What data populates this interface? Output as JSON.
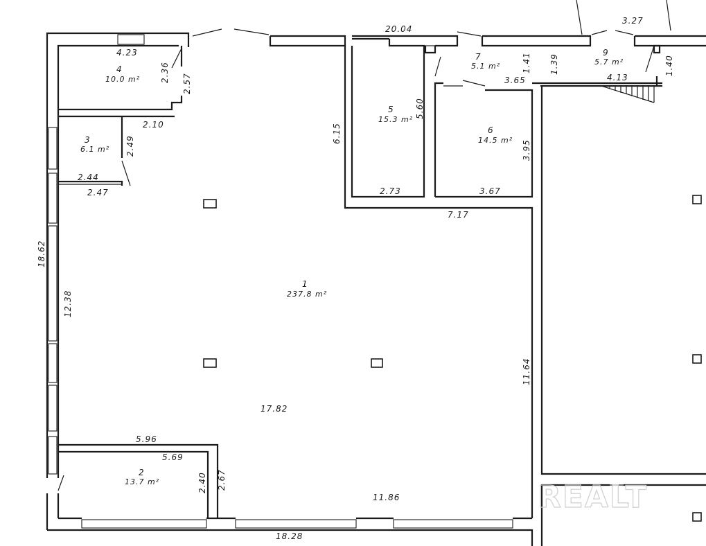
{
  "rooms": [
    {
      "number": "1",
      "area": "237.8 m²"
    },
    {
      "number": "2",
      "area": "13.7 m²"
    },
    {
      "number": "3",
      "area": "6.1 m²"
    },
    {
      "number": "4",
      "area": "10.0 m²"
    },
    {
      "number": "5",
      "area": "15.3 m²"
    },
    {
      "number": "6",
      "area": "14.5 m²"
    },
    {
      "number": "7",
      "area": "5.1 m²"
    },
    {
      "number": "9",
      "area": "5.7 m²"
    }
  ],
  "dimensions": [
    "20.04",
    "3.27",
    "4.23",
    "2.36",
    "2.57",
    "2.10",
    "2.49",
    "2.44",
    "2.47",
    "6.15",
    "5.60",
    "2.73",
    "1.41",
    "1.39",
    "1.40",
    "3.65",
    "4.13",
    "3.95",
    "3.67",
    "7.17",
    "18.62",
    "12.38",
    "11.64",
    "17.82",
    "5.96",
    "5.69",
    "2.40",
    "2.67",
    "11.86",
    "18.28"
  ],
  "watermark": "REALT"
}
